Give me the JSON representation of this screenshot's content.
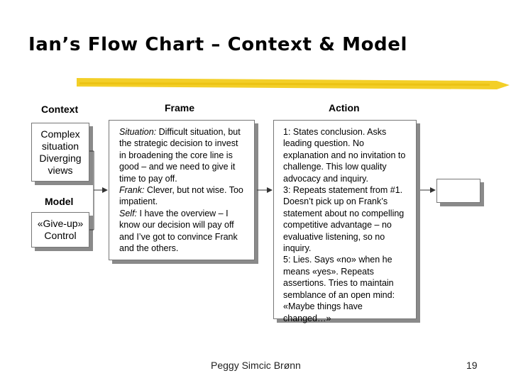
{
  "title": "Ian’s Flow Chart – Context & Model",
  "headers": {
    "context": "Context",
    "frame": "Frame",
    "action": "Action",
    "model": "Model"
  },
  "context_boxes": {
    "top": "Complex situation Diverging views",
    "bottom": "«Give-up» Control"
  },
  "frame": {
    "situation_label": "Situation:",
    "situation_text": "Difficult situation, but the strategic decision to invest in broadening the core line is good – and we need to give it time to pay off.",
    "frank_label": "Frank:",
    "frank_text": "Clever, but not wise. Too impatient.",
    "self_label": "Self:",
    "self_text": "I have the overview – I know our decision will pay off and I’ve got to convince Frank and the others."
  },
  "action": {
    "p1": "1: States conclusion. Asks leading question. No explanation and no invitation to challenge. This low quality advocacy and inquiry.",
    "p2": "3: Repeats statement from #1. Doesn’t pick up on Frank’s statement about no compelling competitive advantage – no evaluative listening, so no inquiry.",
    "p3": "5: Lies. Says «no» when he means «yes». Repeats assertions. Tries to maintain semblance of an open mind: «Maybe things have changed…»"
  },
  "result_box": "",
  "footer": {
    "author": "Peggy Simcic Brønn",
    "page": "19"
  },
  "colors": {
    "highlight": "#f2cc1c",
    "shadow": "#8a8a8a"
  }
}
